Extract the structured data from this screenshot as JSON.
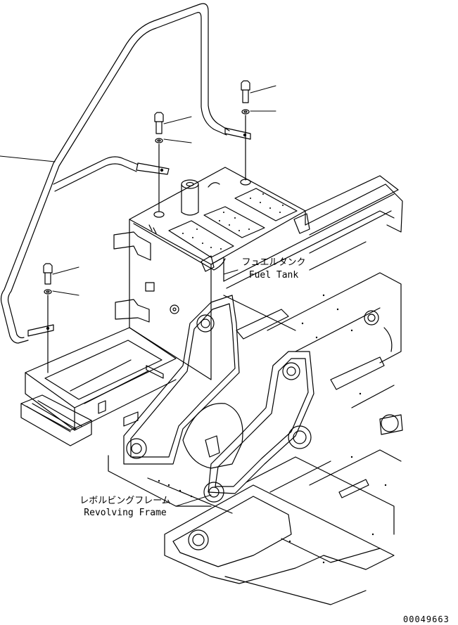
{
  "labels": {
    "fuel_tank_jp": "フュエルタンク",
    "fuel_tank_en": "Fuel Tank",
    "revolving_frame_jp": "レボルビングフレーム",
    "revolving_frame_en": "Revolving Frame"
  },
  "drawing_number": "00049663",
  "colors": {
    "line": "#000000",
    "background": "#ffffff"
  }
}
